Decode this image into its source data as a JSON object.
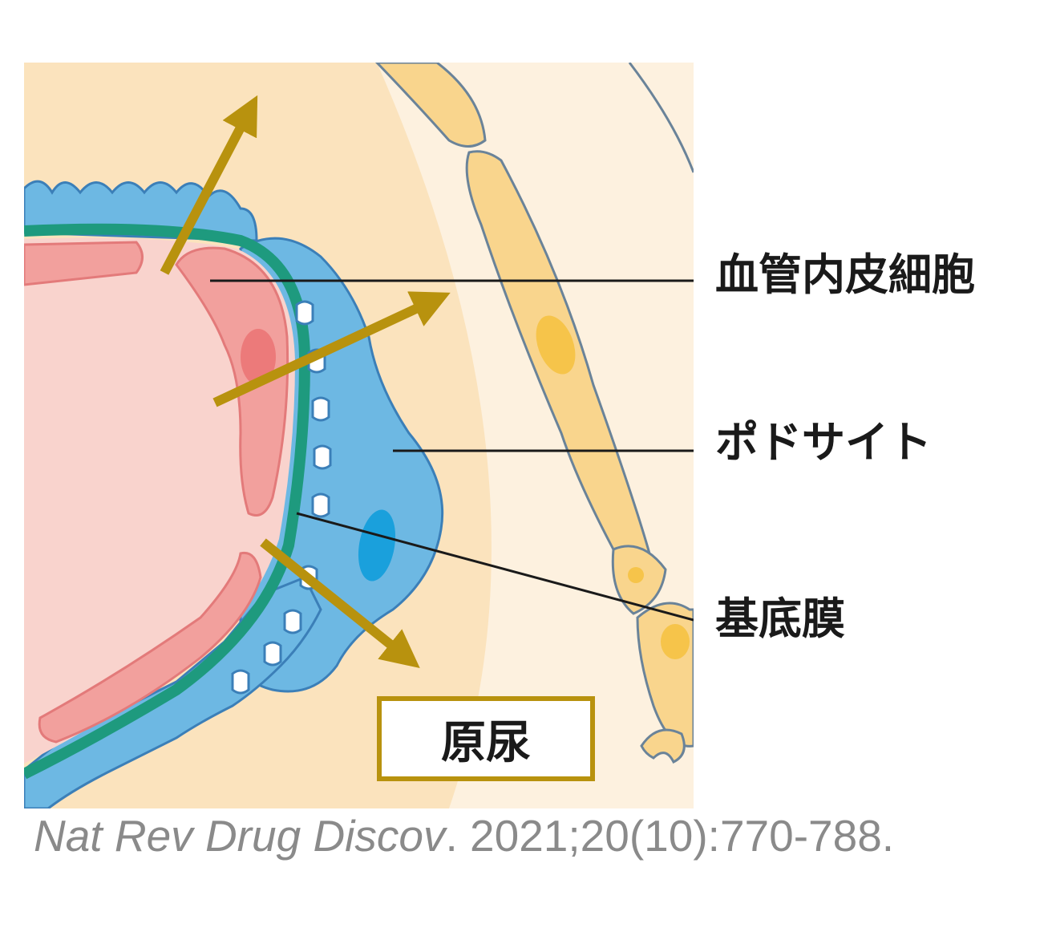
{
  "labels": {
    "endothelial": "血管内皮細胞",
    "podocyte": "ポドサイト",
    "basement_membrane": "基底膜",
    "primary_urine": "原尿"
  },
  "citation": {
    "journal": "Nat Rev Drug Discov",
    "details": ". 2021;20(10):770-788."
  },
  "colors": {
    "background": "#fbe3bd",
    "capillary_lumen": "#f9d3cd",
    "endothelium": "#f2a09d",
    "basement_membrane": "#1e9a7e",
    "podocyte": "#6db8e3",
    "podocyte_nucleus": "#1aa0dc",
    "parietal_cell": "#f9d58d",
    "arrow": "#b8920e"
  }
}
